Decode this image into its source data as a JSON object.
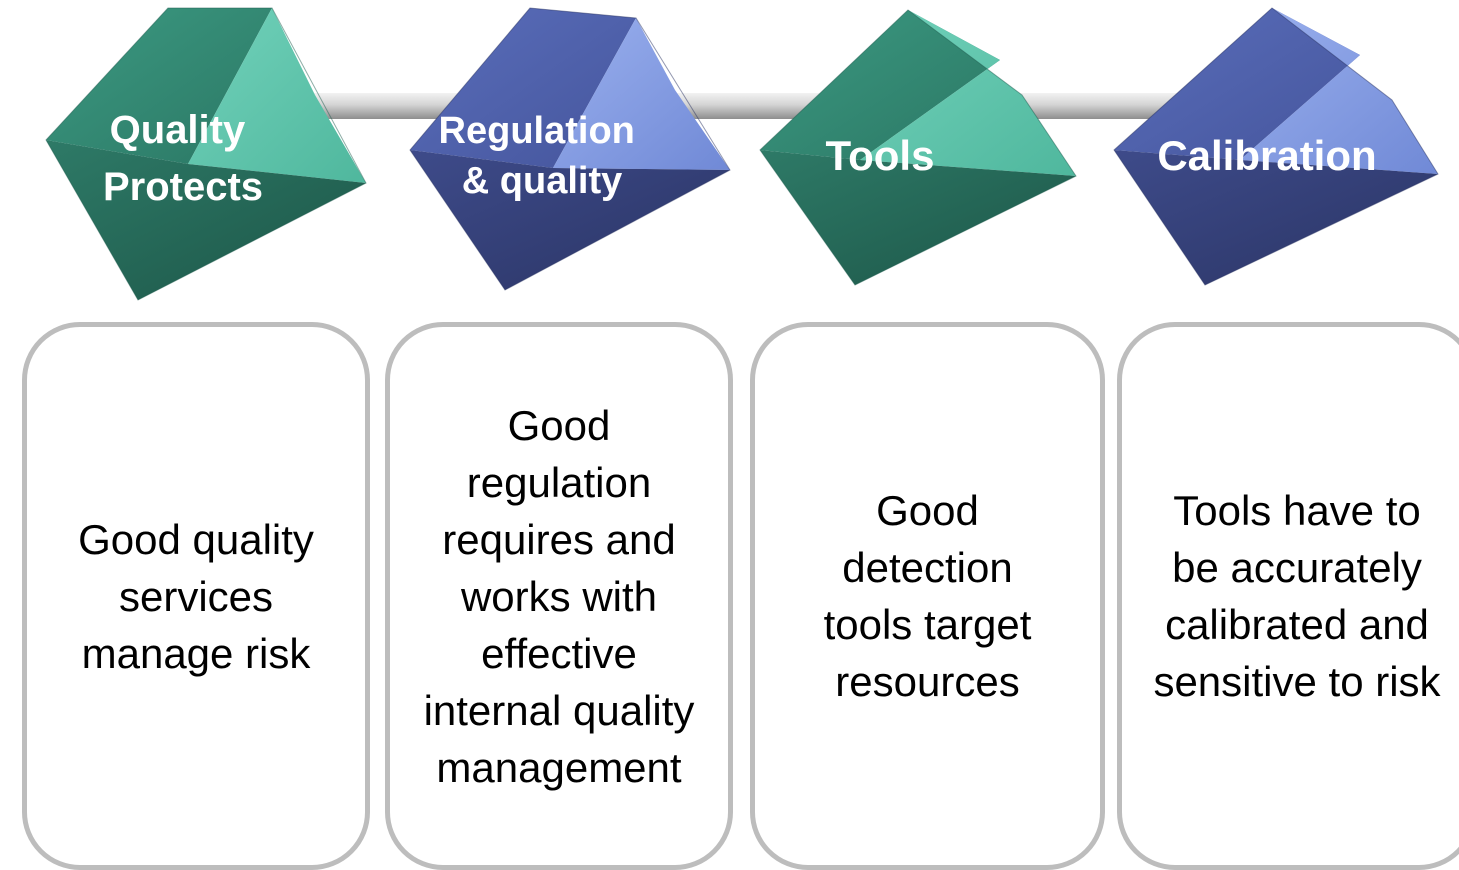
{
  "steps": [
    {
      "title_lines": [
        "Quality",
        "Protects"
      ],
      "description": "Good quality services manage risk",
      "cube_color": "teal"
    },
    {
      "title_lines": [
        "Regulation",
        "& quality"
      ],
      "description": "Good regulation requires and works with effective internal quality management",
      "cube_color": "blue"
    },
    {
      "title_lines": [
        "Tools"
      ],
      "description": "Good detection tools target resources",
      "cube_color": "teal"
    },
    {
      "title_lines": [
        "Calibration"
      ],
      "description": "Tools have to be accurately calibrated and sensitive to risk",
      "cube_color": "blue"
    }
  ],
  "colors": {
    "teal_light": "#66c8b0",
    "teal_mid": "#3f9e86",
    "teal_dark": "#246a5a",
    "blue_light": "#8aa2e6",
    "blue_mid": "#5a6fbd",
    "blue_dark": "#343f78",
    "connector": "#c4c4c4",
    "panel_border": "#bdbdbd"
  }
}
